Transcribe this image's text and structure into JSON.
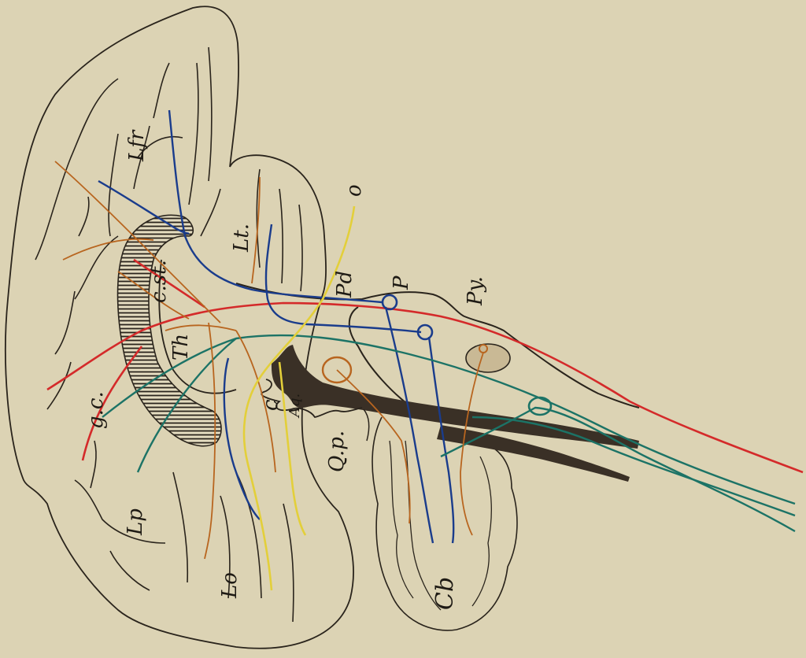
{
  "labels": {
    "frontal_lobe": "Lfr",
    "temporal_lobe": "Lt.",
    "optic": "o",
    "caudate_nucleus": "c.st.",
    "peduncle": "Pd",
    "pons": "P",
    "pyramid": "Py.",
    "thalamus": "Th",
    "internal_capsule": "g.c.",
    "aqueduct": "Aq.",
    "corpora_quadrigemina": "Qu.",
    "posterior_commissure": "c",
    "posterior_quadrigemina": "Q.p.",
    "parietal_lobe": "Lp",
    "occipital_lobe": "Lo",
    "cerebellum": "Cb"
  },
  "colors": {
    "paper": "#dcd3b4",
    "outline": "#2a241c",
    "tract_red": "#d42a2a",
    "tract_blue": "#1a3c8c",
    "tract_teal": "#1c7366",
    "tract_orange": "#b8651f",
    "tract_yellow": "#e3cf3a",
    "ventricle": "#3a3026"
  }
}
